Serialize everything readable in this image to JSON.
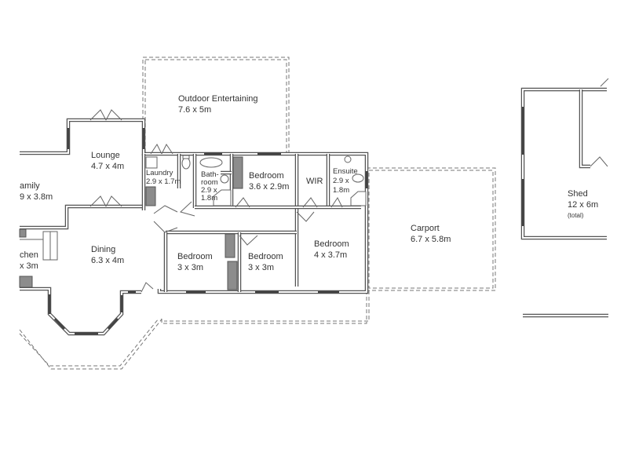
{
  "floorplan": {
    "rooms": [
      {
        "id": "outdoor",
        "name": "Outdoor Entertaining",
        "size": "7.6 x 5m"
      },
      {
        "id": "lounge",
        "name": "Lounge",
        "size": "4.7 x 4m"
      },
      {
        "id": "family",
        "name": "amily",
        "size": "9 x 3.8m"
      },
      {
        "id": "laundry",
        "name": "Laundry",
        "size": "2.9 x 1.7m"
      },
      {
        "id": "bathroom",
        "name": "Bath-\nroom",
        "size": "2.9 x\n1.8m"
      },
      {
        "id": "bedroom1",
        "name": "Bedroom",
        "size": "3.6 x 2.9m"
      },
      {
        "id": "wir",
        "name": "WIR",
        "size": ""
      },
      {
        "id": "ensuite",
        "name": "Ensuite",
        "size": "2.9 x\n1.8m"
      },
      {
        "id": "carport",
        "name": "Carport",
        "size": "6.7 x 5.8m"
      },
      {
        "id": "shed",
        "name": "Shed",
        "size": "12 x 6m",
        "note": "(total)"
      },
      {
        "id": "kitchen",
        "name": "chen",
        "size": "x 3m"
      },
      {
        "id": "dining",
        "name": "Dining",
        "size": "6.3 x 4m"
      },
      {
        "id": "bedroom2",
        "name": "Bedroom",
        "size": "3 x 3m"
      },
      {
        "id": "bedroom3",
        "name": "Bedroom",
        "size": "3 x 3m"
      },
      {
        "id": "bedroom4",
        "name": "Bedroom",
        "size": "4 x 3.7m"
      }
    ]
  }
}
